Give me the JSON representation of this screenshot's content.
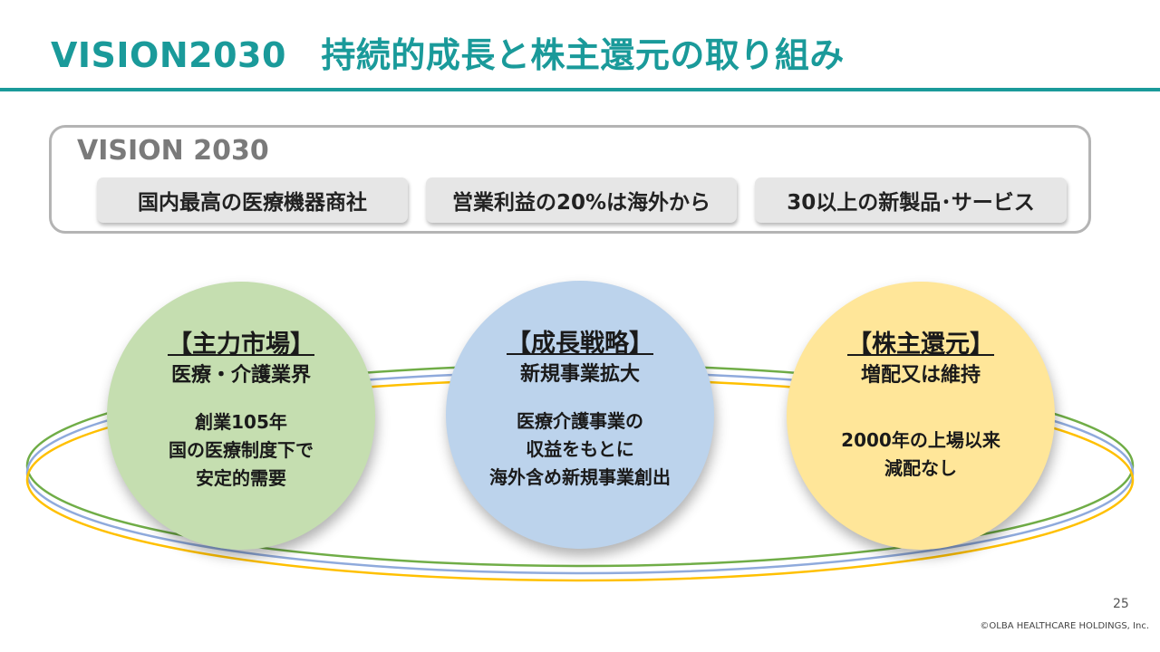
{
  "title": "VISION2030　持続的成長と株主還元の取り組み",
  "vision": {
    "label": "VISION 2030",
    "items": [
      "国内最高の医療機器商社",
      "営業利益の20%は海外から",
      "30以上の新製品･サービス"
    ]
  },
  "pillars": [
    {
      "heading": "【主力市場】",
      "sub": "医療・介護業界",
      "body": [
        "創業105年",
        "国の医療制度下で",
        "安定的需要"
      ],
      "color": "#c5deb0"
    },
    {
      "heading": "【成長戦略】",
      "sub": "新規事業拡大",
      "body": [
        "医療介護事業の",
        "収益をもとに",
        "海外含め新規事業創出"
      ],
      "color": "#bcd3ec"
    },
    {
      "heading": "【株主還元】",
      "sub": "増配又は維持",
      "body": [
        "2000年の上場以来",
        "減配なし"
      ],
      "color": "#ffe699"
    }
  ],
  "ring_colors": [
    "#70ad47",
    "#8faadc",
    "#ffc000"
  ],
  "accent_color": "#1a9a9a",
  "page_number": "25",
  "copyright": "©OLBA HEALTHCARE HOLDINGS, Inc."
}
